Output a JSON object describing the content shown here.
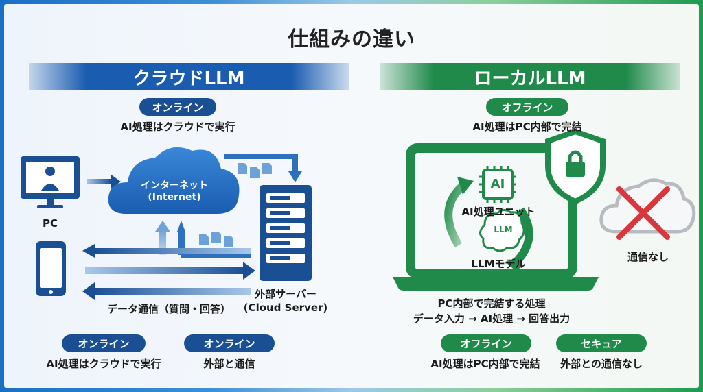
{
  "title": "仕組みの違い",
  "cloud": {
    "header": "クラウドLLM",
    "top_badge": "オンライン",
    "top_caption": "AI処理はクラウドで実行",
    "pc_label": "PC",
    "internet_label": "インターネット",
    "internet_label_en": "(Internet)",
    "server_label": "外部サーバー",
    "server_label_en": "(Cloud Server)",
    "data_comm_label": "データ通信（質問・回答）",
    "bottom_left_badge": "オンライン",
    "bottom_left_caption": "AI処理はクラウドで実行",
    "bottom_right_badge": "オンライン",
    "bottom_right_caption": "外部と通信"
  },
  "local": {
    "header": "ローカルLLM",
    "top_badge": "オフライン",
    "top_caption": "AI処理はPC内部で完結",
    "chip_label": "AI",
    "ai_unit_label": "AI処理ユニット",
    "brain_label": "LLM",
    "llm_model_label": "LLMモデル",
    "no_comm_label": "通信なし",
    "process_line1": "PC内部で完結する処理",
    "process_line2": "データ入力 → AI処理 → 回答出力",
    "bottom_left_badge": "オフライン",
    "bottom_left_caption": "AI処理はPC内部で完結",
    "bottom_right_badge": "セキュア",
    "bottom_right_caption": "外部との通信なし"
  },
  "colors": {
    "cloud_blue": "#1a5cb0",
    "cloud_dark": "#1a4f94",
    "local_green": "#1f8a4a",
    "x_red": "#d9363e"
  }
}
